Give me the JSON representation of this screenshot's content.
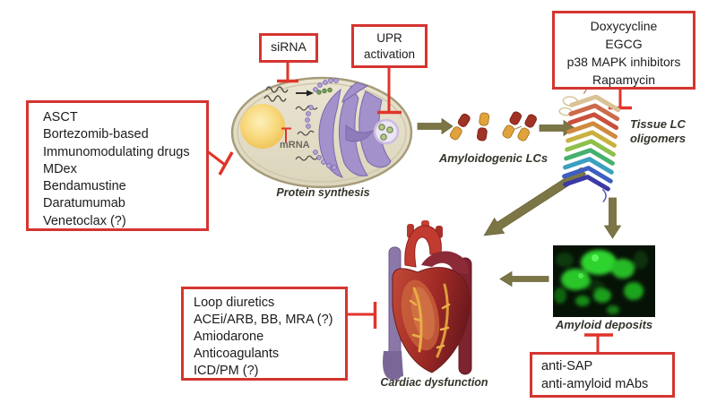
{
  "boxes": {
    "sirna": {
      "lines": [
        "siRNA"
      ]
    },
    "upr": {
      "lines": [
        "UPR",
        "activation"
      ]
    },
    "doxy": {
      "lines": [
        "Doxycycline",
        "EGCG",
        "p38 MAPK inhibitors",
        "Rapamycin"
      ]
    },
    "plasma": {
      "lines": [
        "ASCT",
        "Bortezomib-based",
        "Immunomodulating drugs",
        "MDex",
        "Bendamustine",
        "Daratumumab",
        "Venetoclax (?)"
      ]
    },
    "cardiac": {
      "lines": [
        "Loop diuretics",
        "ACEi/ARB, BB, MRA (?)",
        "Amiodarone",
        "Anticoagulants",
        "ICD/PM (?)"
      ]
    },
    "amyloid": {
      "lines": [
        "anti-SAP",
        "anti-amyloid mAbs"
      ]
    }
  },
  "labels": {
    "mrna": "mRNA",
    "protein_synthesis": "Protein synthesis",
    "amyloidogenic_lcs": "Amyloidogenic LCs",
    "tissue_lc_line1": "Tissue LC",
    "tissue_lc_line2": "oligomers",
    "amyloid_deposits": "Amyloid deposits",
    "cardiac_dysfunction": "Cardiac dysfunction"
  },
  "colors": {
    "box_red": "#d43530",
    "line_red": "#e0352b",
    "arrow_olive": "#7c7647",
    "cell_fill": "#e5dfca",
    "cell_border": "#a69c7a",
    "nucleus_yellow": "#f5c85c",
    "er_purple": "#a291ca",
    "deposit_green": "#2fd32f",
    "lc_dark_red": "#a03226",
    "lc_orange": "#e0a33c"
  }
}
